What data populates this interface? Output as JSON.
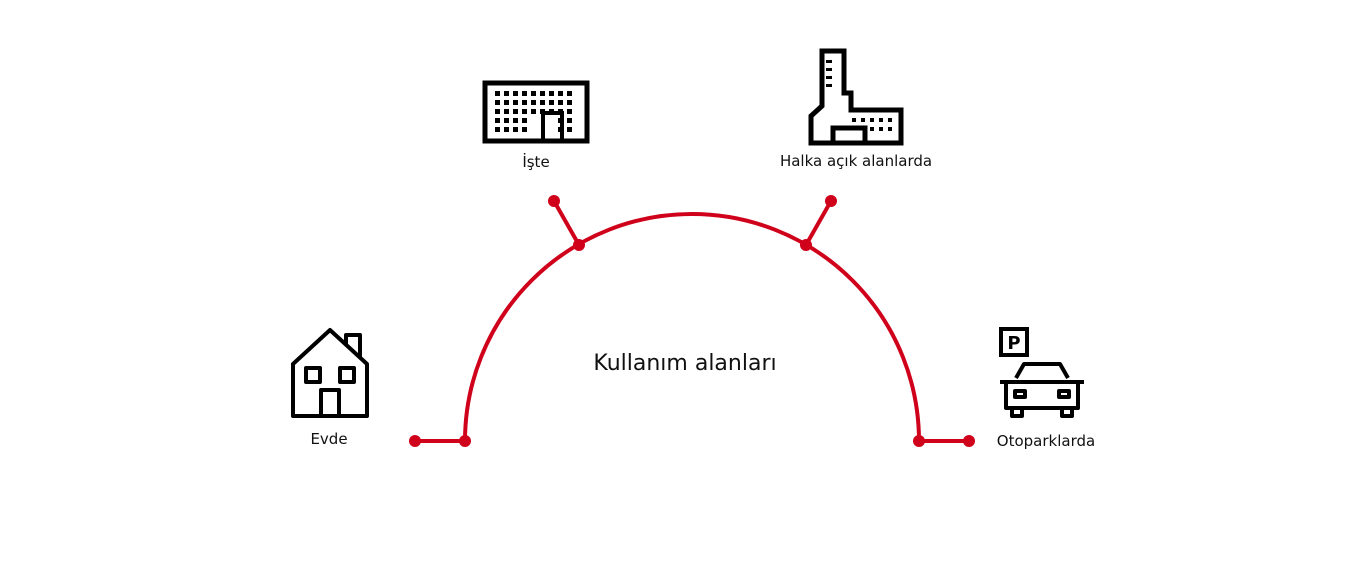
{
  "diagram": {
    "center_title": "Kullanım alanları",
    "accent_color": "#d0021b",
    "icon_color": "#000000",
    "nodes": [
      {
        "id": "home",
        "label": "Evde",
        "icon": "house-icon"
      },
      {
        "id": "work",
        "label": "İşte",
        "icon": "office-building-icon"
      },
      {
        "id": "public",
        "label": "Halka açık alanlarda",
        "icon": "factory-building-icon"
      },
      {
        "id": "parking",
        "label": "Otoparklarda",
        "icon": "parking-car-icon"
      }
    ],
    "parking_sign_letter": "P"
  }
}
